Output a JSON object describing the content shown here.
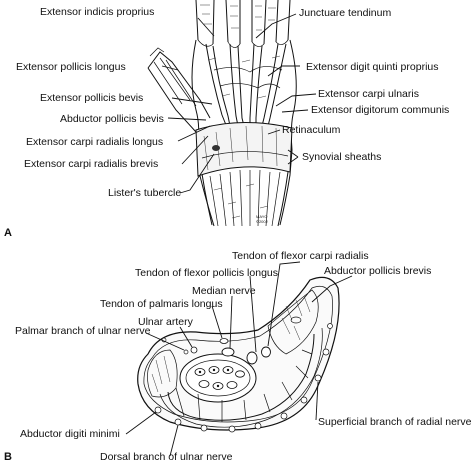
{
  "panel_a": {
    "letter": "A",
    "labels": {
      "extensor_indicis_proprius": "Extensor indicis proprius",
      "juncturae_tendinum": "Junctuare tendinum",
      "extensor_pollicis_longus": "Extensor pollicis longus",
      "extensor_digiti_quinti_proprius": "Extensor digit quinti proprius",
      "extensor_pollicis_brevis": "Extensor pollicis bevis",
      "extensor_carpi_ulnaris": "Extensor carpi ulnaris",
      "abductor_pollicis_brevis": "Abductor pollicis bevis",
      "extensor_digitorum_communis": "Extensor digitorum communis",
      "extensor_carpi_radialis_longus": "Extensor carpi radialis longus",
      "retinaculum": "Retinaculum",
      "extensor_carpi_radialis_brevis": "Extensor carpi radialis brevis",
      "synovial_sheaths": "Synovial sheaths",
      "listers_tubercle": "Lister's tubercle"
    },
    "signature": [
      "MAYO",
      "©2002"
    ]
  },
  "panel_b": {
    "letter": "B",
    "labels": {
      "tendon_flexor_carpi_radialis": "Tendon of flexor carpi radialis",
      "tendon_flexor_pollicis_longus": "Tendon of flexor pollicis longus",
      "abductor_pollicis_brevis": "Abductor pollicis brevis",
      "median_nerve": "Median nerve",
      "tendon_palmaris_longus": "Tendon of palmaris longus",
      "ulnar_artery": "Ulnar artery",
      "palmar_branch_ulnar_nerve": "Palmar branch of ulnar nerve",
      "superficial_branch_radial_nerve": "Superficial branch of radial nerve",
      "abductor_digiti_minimi": "Abductor digiti minimi",
      "dorsal_branch_ulnar_nerve": "Dorsal branch of ulnar nerve"
    }
  }
}
